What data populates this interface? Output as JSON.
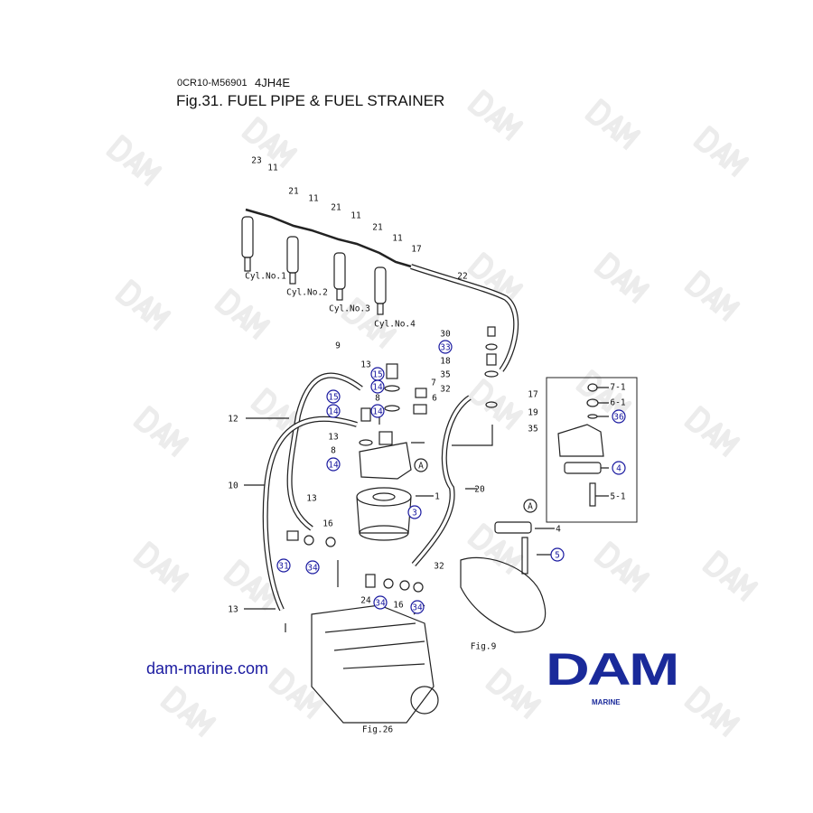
{
  "header": {
    "doc_code": "0CR10-M56901",
    "model": "4JH4E",
    "title": "Fig.31.  FUEL PIPE & FUEL STRAINER"
  },
  "watermark": "DAM",
  "callouts": [
    {
      "text": "23",
      "circled": false
    },
    {
      "text": "11",
      "circled": false
    },
    {
      "text": "21",
      "circled": false
    },
    {
      "text": "11",
      "circled": false
    },
    {
      "text": "21",
      "circled": false
    },
    {
      "text": "11",
      "circled": false
    },
    {
      "text": "21",
      "circled": false
    },
    {
      "text": "11",
      "circled": false
    },
    {
      "text": "17",
      "circled": false
    },
    {
      "text": "22",
      "circled": false
    },
    {
      "text": "Cyl.No.1",
      "circled": false
    },
    {
      "text": "Cyl.No.2",
      "circled": false
    },
    {
      "text": "Cyl.No.3",
      "circled": false
    },
    {
      "text": "Cyl.No.4",
      "circled": false
    },
    {
      "text": "30",
      "circled": false
    },
    {
      "text": "33",
      "circled": true
    },
    {
      "text": "18",
      "circled": false
    },
    {
      "text": "35",
      "circled": false
    },
    {
      "text": "32",
      "circled": false
    },
    {
      "text": "17",
      "circled": false
    },
    {
      "text": "19",
      "circled": false
    },
    {
      "text": "35",
      "circled": false
    },
    {
      "text": "9",
      "circled": false
    },
    {
      "text": "13",
      "circled": false
    },
    {
      "text": "15",
      "circled": true
    },
    {
      "text": "14",
      "circled": true
    },
    {
      "text": "7",
      "circled": false
    },
    {
      "text": "8",
      "circled": false
    },
    {
      "text": "14",
      "circled": true
    },
    {
      "text": "6",
      "circled": false
    },
    {
      "text": "15",
      "circled": true
    },
    {
      "text": "14",
      "circled": true
    },
    {
      "text": "12",
      "circled": false
    },
    {
      "text": "13",
      "circled": false
    },
    {
      "text": "8",
      "circled": false
    },
    {
      "text": "14",
      "circled": true
    },
    {
      "text": "A",
      "circled": true
    },
    {
      "text": "1",
      "circled": false
    },
    {
      "text": "20",
      "circled": false
    },
    {
      "text": "10",
      "circled": false
    },
    {
      "text": "13",
      "circled": false
    },
    {
      "text": "3",
      "circled": true
    },
    {
      "text": "16",
      "circled": false
    },
    {
      "text": "31",
      "circled": true
    },
    {
      "text": "34",
      "circled": true
    },
    {
      "text": "32",
      "circled": false
    },
    {
      "text": "24",
      "circled": false
    },
    {
      "text": "34",
      "circled": true
    },
    {
      "text": "16",
      "circled": false
    },
    {
      "text": "34",
      "circled": true
    },
    {
      "text": "13",
      "circled": false
    },
    {
      "text": "A",
      "circled": true
    },
    {
      "text": "4",
      "circled": false
    },
    {
      "text": "5",
      "circled": true
    },
    {
      "text": "Fig.9",
      "circled": false
    },
    {
      "text": "Fig.26",
      "circled": false
    },
    {
      "text": "7-1",
      "circled": false
    },
    {
      "text": "6-1",
      "circled": false
    },
    {
      "text": "36",
      "circled": true
    },
    {
      "text": "4",
      "circled": true
    },
    {
      "text": "5-1",
      "circled": false
    }
  ],
  "footer": {
    "website": "dam-marine.com",
    "logo_text": "DAM",
    "logo_sub": "MARINE"
  }
}
